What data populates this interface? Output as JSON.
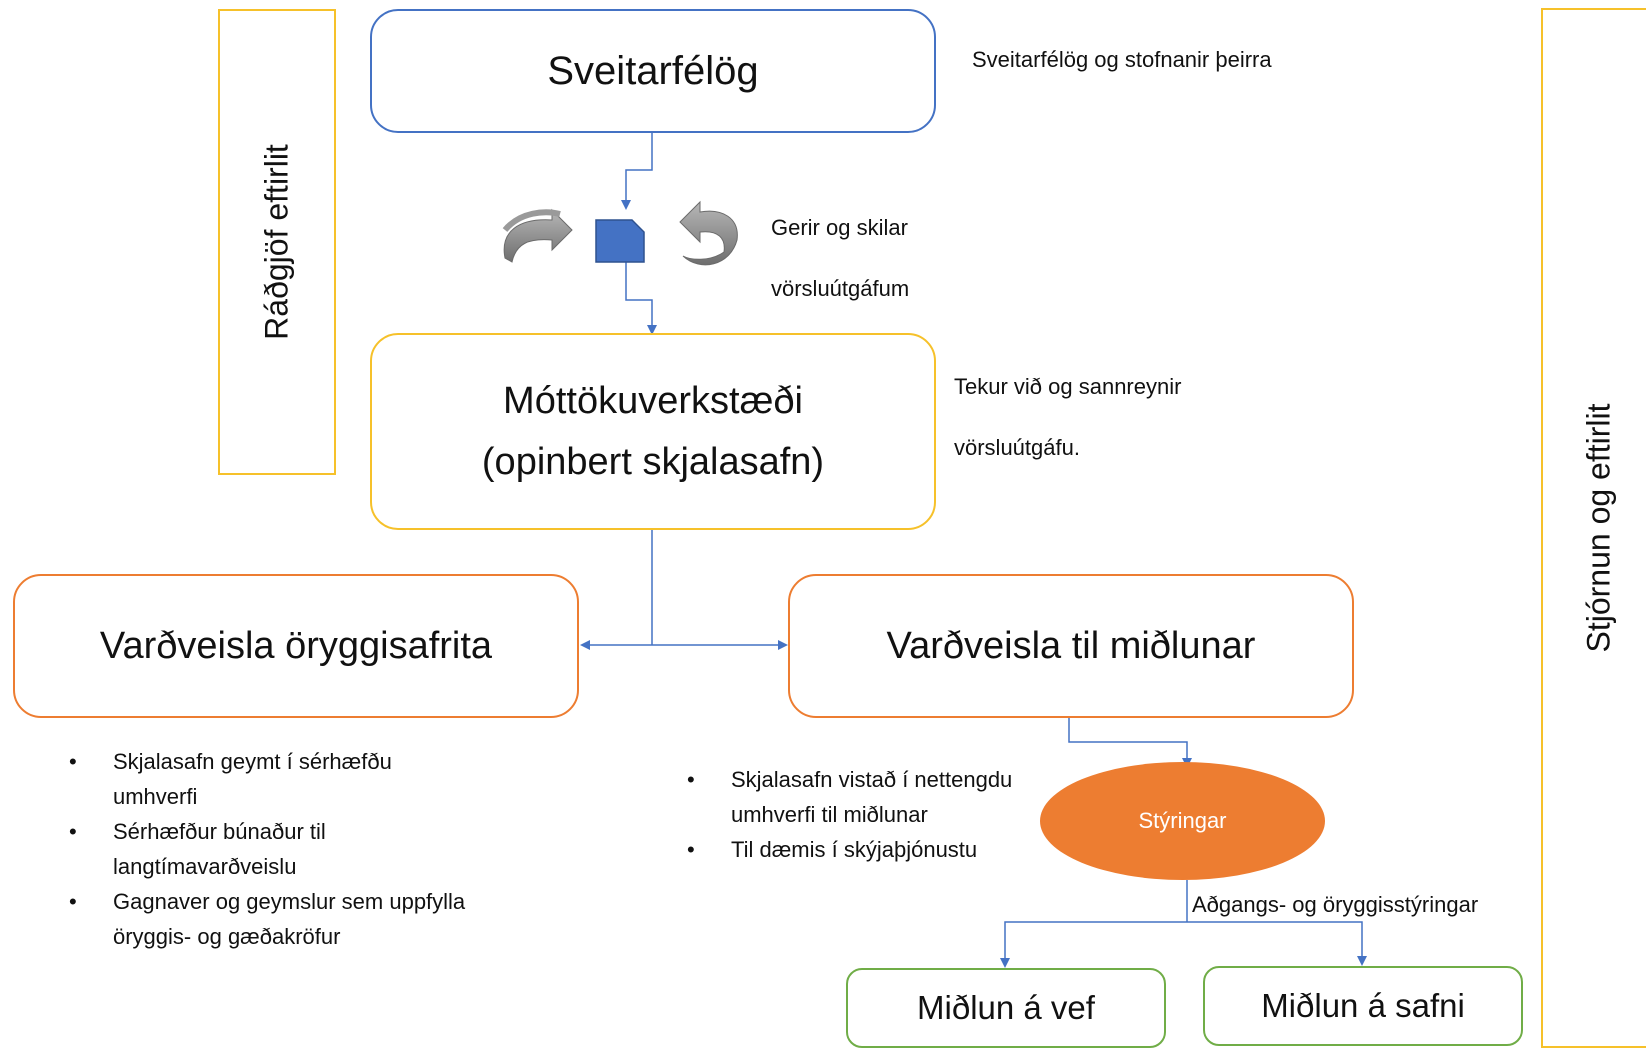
{
  "side_left": {
    "label": "Ráðgjöf eftirlit"
  },
  "side_right": {
    "label": "Stjórnun og eftirlit"
  },
  "nodes": {
    "sveitarfelog": "Sveitarfélög",
    "mottoku_line1": "Móttökuverkstæði",
    "mottoku_line2": "(opinbert skjalasafn)",
    "vardveisla_oryggis": "Varðveisla öryggisafrita",
    "vardveisla_midlunar": "Varðveisla til miðlunar",
    "styringar": "Stýringar",
    "midlun_vef": "Miðlun á vef",
    "midlun_safni": "Miðlun á safni"
  },
  "notes": {
    "sveitarfelog_note": "Sveitarfélög og stofnanir þeirra",
    "gerir_line1": "Gerir og skilar",
    "gerir_line2": "vörsluútgáfum",
    "tekur_line1": "Tekur við og sannreynir",
    "tekur_line2": "vörsluútgáfu.",
    "adgangs": "Aðgangs- og öryggisstýringar"
  },
  "bullets_left": [
    {
      "line1": "Skjalasafn geymt í sérhæfðu",
      "line2": "umhverfi"
    },
    {
      "line1": "Sérhæfður búnaður til",
      "line2": "langtímavarðveislu"
    },
    {
      "line1": "Gagnaver og geymslur sem uppfylla",
      "line2": "öryggis- og gæðakröfur"
    }
  ],
  "bullets_mid": [
    {
      "line1": "Skjalasafn vistað í nettengdu",
      "line2": "umhverfi til miðlunar"
    },
    {
      "line1": "Til dæmis í skýjaþjónustu",
      "line2": ""
    }
  ],
  "colors": {
    "blue": "#4472c4",
    "gold": "#f6c12a",
    "orange": "#ed7d31",
    "green": "#70ad47",
    "arrow_grey": "#8c8c8c"
  },
  "icons": [
    "rotate-left-icon",
    "document-icon",
    "rotate-right-icon"
  ]
}
